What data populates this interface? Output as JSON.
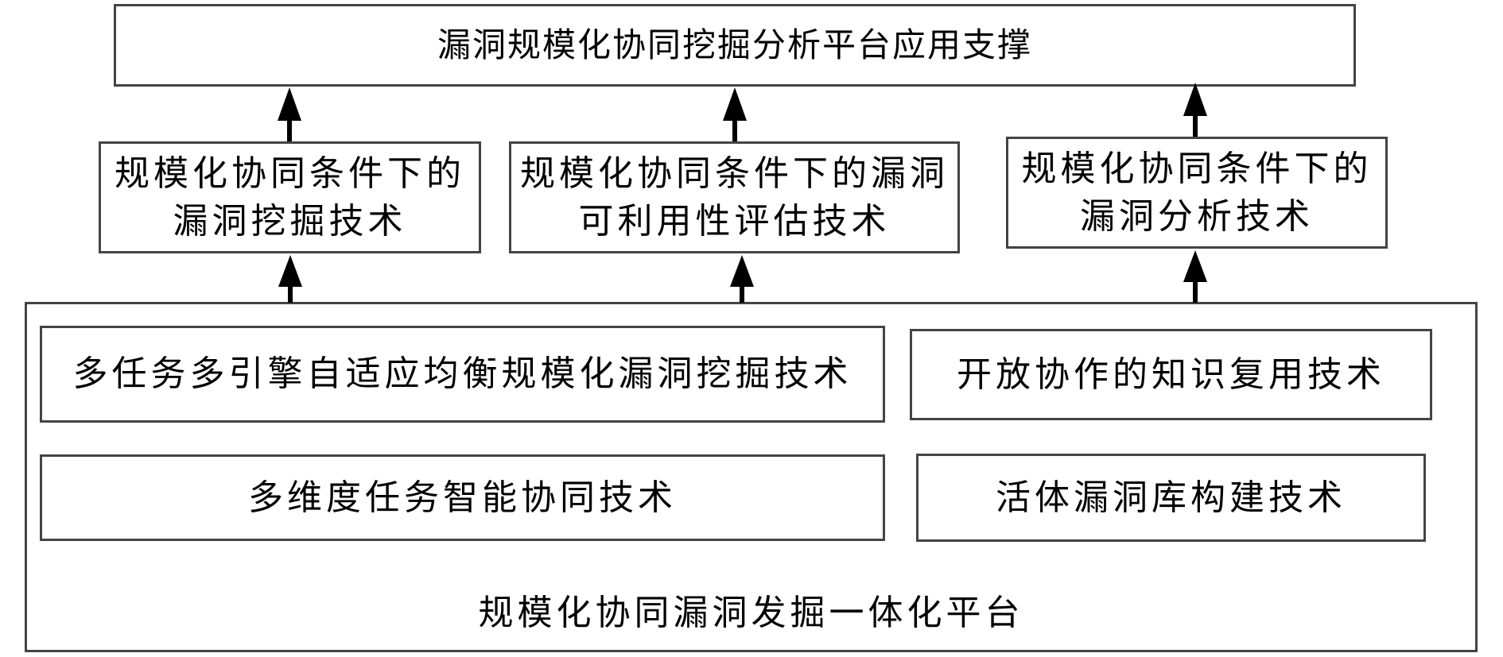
{
  "diagram": {
    "top": {
      "label": "漏洞规模化协同挖掘分析平台应用支撑"
    },
    "middle": [
      {
        "line1": "规模化协同条件下的",
        "line2": "漏洞挖掘技术"
      },
      {
        "line1": "规模化协同条件下的漏洞",
        "line2": "可利用性评估技术"
      },
      {
        "line1": "规模化协同条件下的",
        "line2": "漏洞分析技术"
      }
    ],
    "platform": {
      "label": "规模化协同漏洞发掘一体化平台",
      "components": [
        {
          "label": "多任务多引擎自适应均衡规模化漏洞挖掘技术"
        },
        {
          "label": "开放协作的知识复用技术"
        },
        {
          "label": "多维度任务智能协同技术"
        },
        {
          "label": "活体漏洞库构建技术"
        }
      ]
    },
    "arrows": [
      {
        "from": "platform",
        "to": "middle.0"
      },
      {
        "from": "platform",
        "to": "middle.1"
      },
      {
        "from": "platform",
        "to": "middle.2"
      },
      {
        "from": "middle.0",
        "to": "top"
      },
      {
        "from": "middle.1",
        "to": "top"
      },
      {
        "from": "middle.2",
        "to": "top"
      }
    ],
    "colors": {
      "border": "#444444",
      "arrow": "#000000",
      "text": "#000000"
    }
  }
}
